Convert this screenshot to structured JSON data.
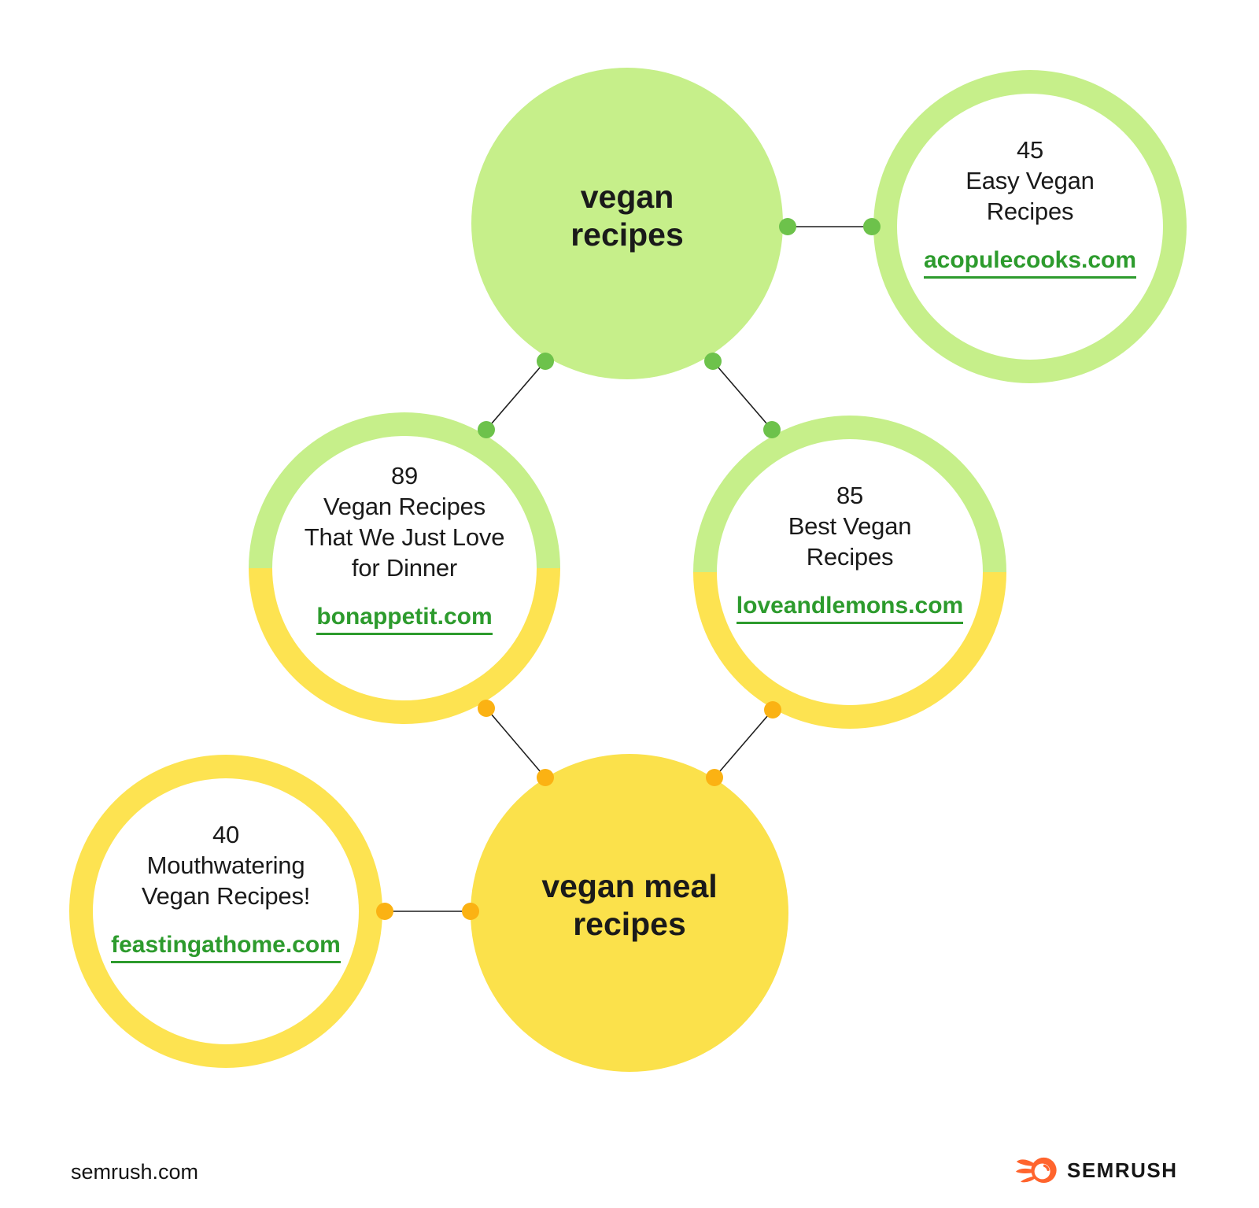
{
  "diagram": {
    "keyword_nodes": [
      {
        "id": "vegan-recipes",
        "label_lines": [
          "vegan",
          "recipes"
        ],
        "fill": "#c6ef8a"
      },
      {
        "id": "vegan-meal-recipes",
        "label_lines": [
          "vegan meal",
          "recipes"
        ],
        "fill": "#fbe14b"
      }
    ],
    "page_nodes": [
      {
        "id": "acopulecooks",
        "result_count": "45",
        "title_lines": [
          "Easy Vegan",
          "Recipes"
        ],
        "domain": "acopulecooks.com",
        "ring": "green"
      },
      {
        "id": "bonappetit",
        "result_count": "89",
        "title_lines": [
          "Vegan Recipes",
          "That We Just Love",
          "for Dinner"
        ],
        "domain": "bonappetit.com",
        "ring": "green-yellow"
      },
      {
        "id": "loveandlemons",
        "result_count": "85",
        "title_lines": [
          "Best Vegan",
          "Recipes"
        ],
        "domain": "loveandlemons.com",
        "ring": "green-yellow"
      },
      {
        "id": "feastingathome",
        "result_count": "40",
        "title_lines": [
          "Mouthwatering",
          "Vegan Recipes!"
        ],
        "domain": "feastingathome.com",
        "ring": "yellow"
      }
    ],
    "connections": [
      {
        "from": "vegan-recipes",
        "to": "acopulecooks"
      },
      {
        "from": "vegan-recipes",
        "to": "bonappetit"
      },
      {
        "from": "vegan-recipes",
        "to": "loveandlemons"
      },
      {
        "from": "bonappetit",
        "to": "vegan-meal-recipes"
      },
      {
        "from": "loveandlemons",
        "to": "vegan-meal-recipes"
      },
      {
        "from": "feastingathome",
        "to": "vegan-meal-recipes"
      }
    ]
  },
  "colors": {
    "light_green": "#c6ef8a",
    "solid_yellow": "#fbe14b",
    "ring_yellow": "#fde351",
    "green_dot": "#6dc24b",
    "amber_dot": "#fbb213",
    "link_green": "#2d9b2d",
    "text": "#1a1a1a",
    "semrush_orange": "#ff642d"
  },
  "icons": {
    "brand_icon": "semrush-flame-icon"
  },
  "footer": {
    "site_label": "semrush.com",
    "brand": "SEMRUSH"
  }
}
